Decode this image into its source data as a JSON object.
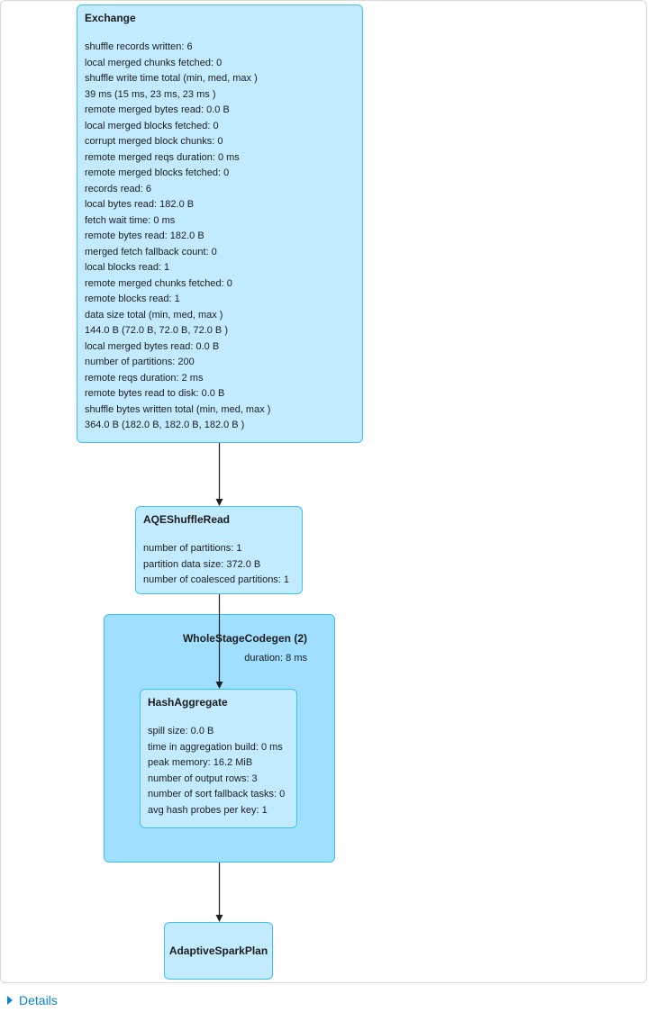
{
  "plan": {
    "exchange": {
      "title": "Exchange",
      "metrics": [
        "shuffle records written: 6",
        "local merged chunks fetched: 0",
        "shuffle write time total (min, med, max )",
        "39 ms (15 ms, 23 ms, 23 ms )",
        "remote merged bytes read: 0.0 B",
        "local merged blocks fetched: 0",
        "corrupt merged block chunks: 0",
        "remote merged reqs duration: 0 ms",
        "remote merged blocks fetched: 0",
        "records read: 6",
        "local bytes read: 182.0 B",
        "fetch wait time: 0 ms",
        "remote bytes read: 182.0 B",
        "merged fetch fallback count: 0",
        "local blocks read: 1",
        "remote merged chunks fetched: 0",
        "remote blocks read: 1",
        "data size total (min, med, max )",
        "144.0 B (72.0 B, 72.0 B, 72.0 B )",
        "local merged bytes read: 0.0 B",
        "number of partitions: 200",
        "remote reqs duration: 2 ms",
        "remote bytes read to disk: 0.0 B",
        "shuffle bytes written total (min, med, max )",
        "364.0 B (182.0 B, 182.0 B, 182.0 B )"
      ]
    },
    "aqe_shuffle_read": {
      "title": "AQEShuffleRead",
      "metrics": [
        "number of partitions: 1",
        "partition data size: 372.0 B",
        "number of coalesced partitions: 1"
      ]
    },
    "whole_stage_codegen": {
      "title": "WholeStageCodegen (2)",
      "duration": "duration: 8 ms"
    },
    "hash_aggregate": {
      "title": "HashAggregate",
      "metrics": [
        "spill size: 0.0 B",
        "time in aggregation build: 0 ms",
        "peak memory: 16.2 MiB",
        "number of output rows: 3",
        "number of sort fallback tasks: 0",
        "avg hash probes per key: 1"
      ]
    },
    "adaptive_spark_plan": {
      "title": "AdaptiveSparkPlan"
    }
  },
  "footer": {
    "details_label": "Details"
  },
  "colors": {
    "node_fill": "#C3EBFF",
    "cluster_fill": "#A0DFFF",
    "node_stroke": "#3EC0FF",
    "edge_color": "#1F1F1F",
    "link_color": "#0C85CB",
    "panel_border": "#D9D9D9",
    "text_color": "#1C1C1C"
  }
}
